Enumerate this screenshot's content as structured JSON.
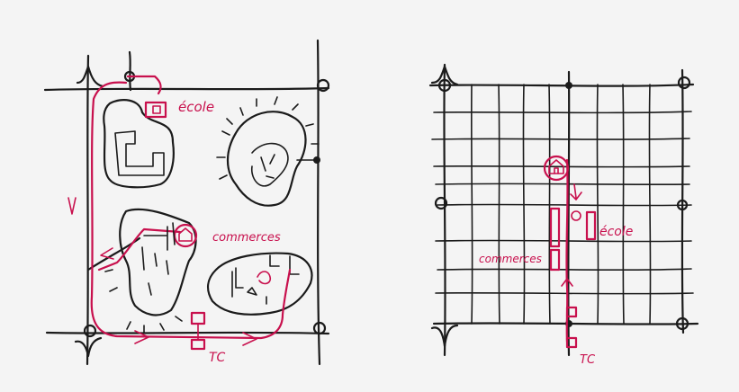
{
  "colors": {
    "ink": "#1b1b1b",
    "accent": "#c8104d",
    "background": "#f4f4f4"
  },
  "left_sketch": {
    "labels": {
      "school": "école",
      "shops": "commerces",
      "transit": "TC"
    }
  },
  "right_sketch": {
    "labels": {
      "school": "école",
      "shops": "commerces",
      "transit": "TC"
    }
  }
}
